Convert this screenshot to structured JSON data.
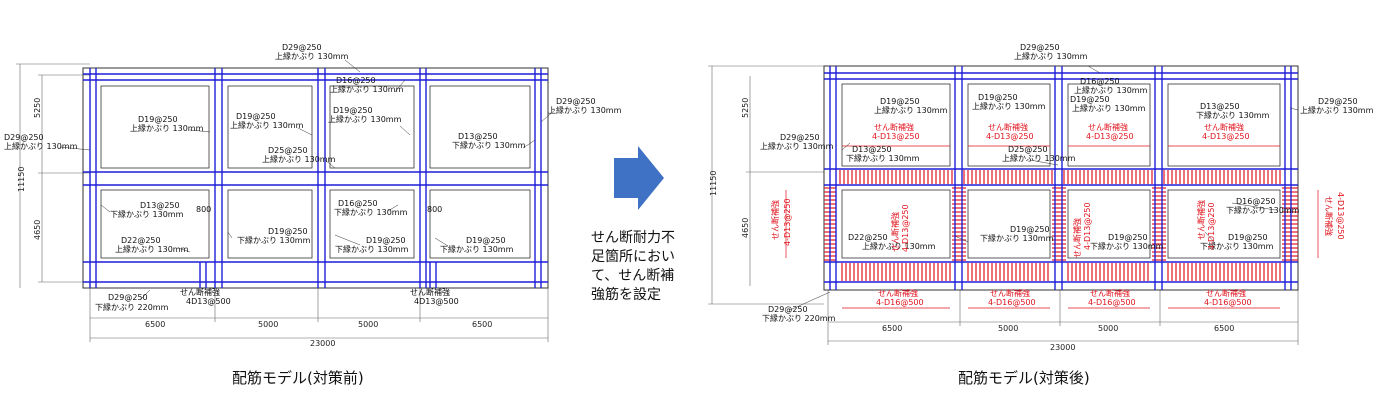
{
  "captions": {
    "before": "配筋モデル(対策前)",
    "after": "配筋モデル(対策後)"
  },
  "arrow_note": [
    "せん断耐力不",
    "足箇所におい",
    "て、せん断補",
    "強筋を設定"
  ],
  "colors": {
    "rebar": "#1f1fd8",
    "outline": "#333333",
    "shear": "#e0141e",
    "arrow": "#3f72c4"
  },
  "dims": {
    "total": "23000",
    "spans": [
      "6500",
      "5000",
      "5000",
      "6500"
    ],
    "height": "11150",
    "upper": "5250",
    "lower": "4650",
    "haunch": "800"
  },
  "before": {
    "top_bar": "D29@250",
    "top_cover": "上縁かぶり 130mm",
    "mid_top_bar": "D16@250",
    "mid_top_cover": "上縁かぶり 130mm",
    "left_bar": "D29@250",
    "left_cover": "上縁かぶり 130mm",
    "right_bar": "D29@250",
    "right_cover": "上縁かぶり 130mm",
    "c1_bar": "D19@250",
    "c1_cover": "上縁かぶり 130mm",
    "c2_bar": "D19@250",
    "c2_cover": "上縁かぶり 130mm",
    "c3_bar": "D19@250",
    "c3_cover": "上縁かぶり 130mm",
    "c4_bar": "D13@250",
    "c4_cover": "下縁かぶり 130mm",
    "mid_bar": "D25@250",
    "mid_cover": "上縁かぶり 130mm",
    "l1_bar": "D13@250",
    "l1_cover": "下縁かぶり 130mm",
    "l2_bar": "D22@250",
    "l2_cover": "上縁かぶり 130mm",
    "l3_bar": "D19@250",
    "l3_cover": "下縁かぶり 130mm",
    "l4_bar": "D16@250",
    "l4_cover": "下縁かぶり 130mm",
    "l5_bar": "D19@250",
    "l5_cover": "下縁かぶり 130mm",
    "l6_bar": "D19@250",
    "l6_cover": "下縁かぶり 130mm",
    "bottom_bar": "D29@250",
    "bottom_cover": "下縁かぶり 220mm",
    "shear_label": "せん断補強",
    "shear_bar": "4D13@500",
    "shear_label2": "せん断補強",
    "shear_bar2": "4D13@500"
  },
  "after": {
    "top_bar": "D29@250",
    "top_cover": "上縁かぶり 130mm",
    "mid_top_bar": "D16@250",
    "mid_top_cover": "上縁かぶり 130mm",
    "left_bar": "D29@250",
    "left_cover": "上縁かぶり 130mm",
    "right_bar": "D29@250",
    "right_cover": "上縁かぶり 130mm",
    "c1_bar": "D19@250",
    "c1_cover": "上縁かぶり 130mm",
    "c2_bar": "D19@250",
    "c2_cover": "上縁かぶり 130mm",
    "c3_bar": "D19@250",
    "c3_cover": "上縁かぶり 130mm",
    "c4_bar": "D13@250",
    "c4_cover": "下縁かぶり 130mm",
    "c0_bar": "D13@250",
    "c0_cover": "下縁かぶり 130mm",
    "mid_bar": "D25@250",
    "mid_cover": "上縁かぶり 130mm",
    "l2_bar": "D22@250",
    "l2_cover": "上縁かぶり 130mm",
    "l3_bar": "D19@250",
    "l3_cover": "下縁かぶり 130mm",
    "l4_bar": "D16@250",
    "l4_cover": "下縁かぶり 130mm",
    "l5_bar": "D19@250",
    "l5_cover": "下縁かぶり 130mm",
    "l6_bar": "D19@250",
    "l6_cover": "下縁かぶり 130mm",
    "bottom_bar": "D29@250",
    "bottom_cover": "下縁かぶり 220mm",
    "shear": "せん断補強",
    "shear_top": "4-D13@250",
    "shear_bottom": "4-D16@500",
    "shear_vertical": "4-D13@250"
  }
}
